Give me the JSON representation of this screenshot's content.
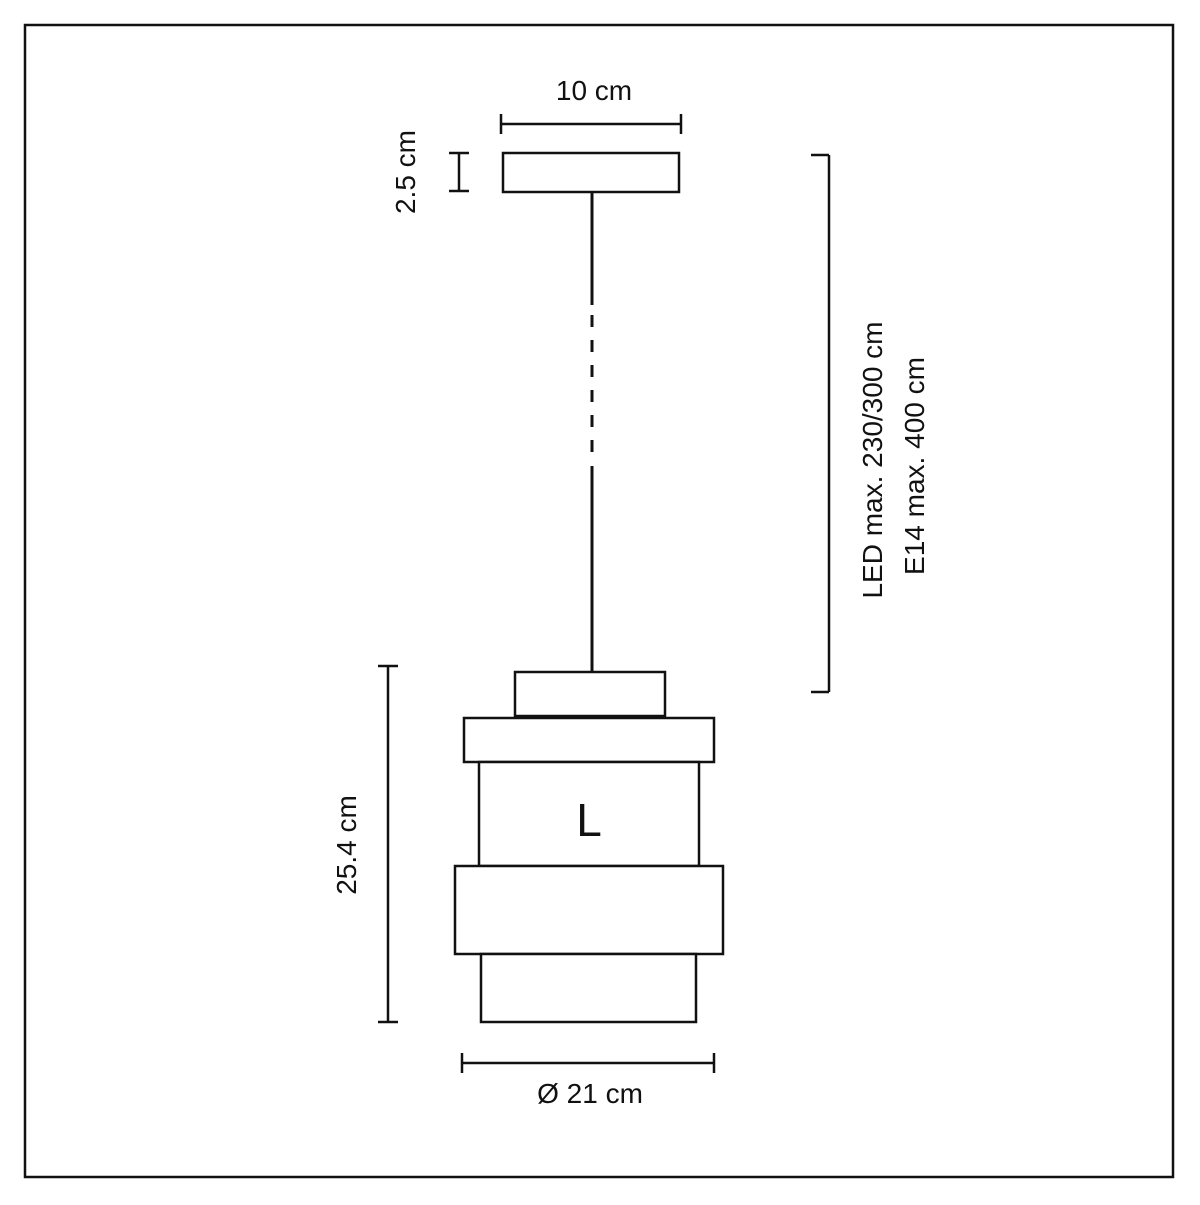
{
  "colors": {
    "line": "#111111",
    "background": "#ffffff"
  },
  "dimensions": {
    "canopy_width": "10 cm",
    "canopy_height": "2.5 cm",
    "suspension_length": {
      "led": "LED max. 230/300 cm",
      "e14": "E14 max. 400 cm"
    },
    "shade_height": "25.4 cm",
    "shade_diameter": "Ø 21 cm"
  },
  "size_label": "L"
}
